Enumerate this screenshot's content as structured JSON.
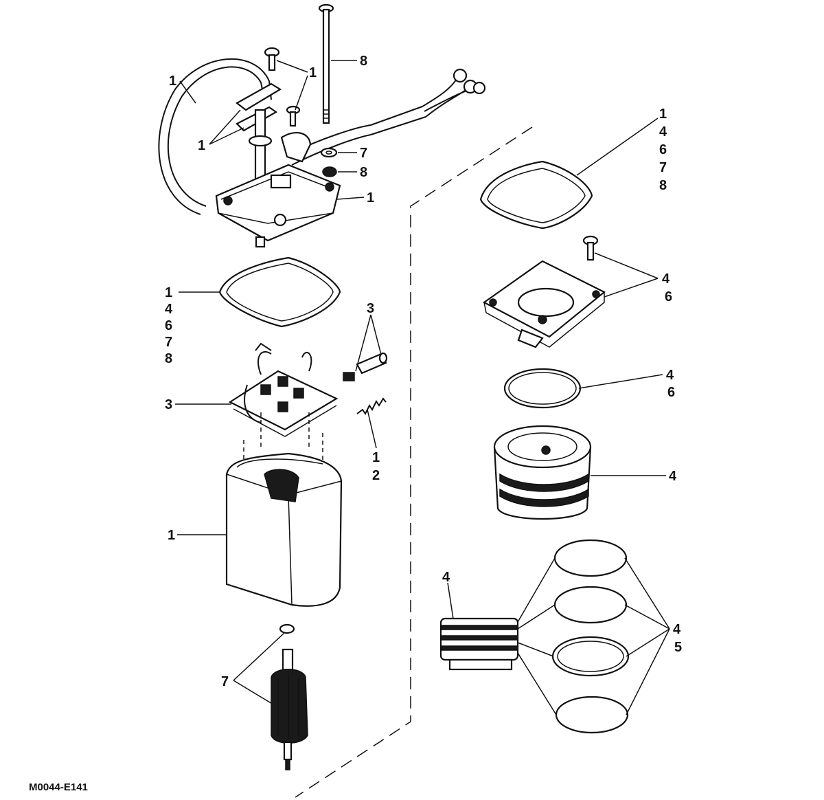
{
  "drawing_code": {
    "prefix": "M0044-",
    "suffix": "E141"
  },
  "callouts": {
    "hose": [
      "1"
    ],
    "top_bracket": [
      "1"
    ],
    "bracket_screws": [
      "1"
    ],
    "long_bolt": [
      "8"
    ],
    "washer": [
      "7"
    ],
    "nut": [
      "8"
    ],
    "end_cap": [
      "1"
    ],
    "left_gasket": [
      "1",
      "4",
      "6",
      "7",
      "8"
    ],
    "brush_sleeves": [
      "3"
    ],
    "brush_plate": [
      "3"
    ],
    "spring": [
      "1",
      "2"
    ],
    "motor_frame": [
      "1"
    ],
    "armature": [
      "7"
    ],
    "right_gasket": [
      "1",
      "4",
      "6",
      "7",
      "8"
    ],
    "pump_cover": [
      "4",
      "6"
    ],
    "o_ring": [
      "4",
      "6"
    ],
    "pump_body": [
      "4"
    ],
    "valve_stack": [
      "4"
    ],
    "o_ring_set": [
      "4",
      "5"
    ]
  }
}
